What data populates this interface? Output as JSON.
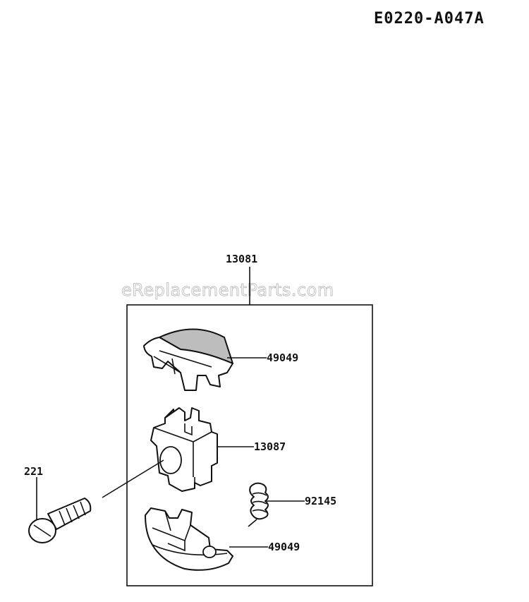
{
  "diagram": {
    "code": "E0220-A047A",
    "watermark": "eReplacementParts.com",
    "callouts": {
      "assembly": "13081",
      "shoe_top": "49049",
      "holder": "13087",
      "spring": "92145",
      "shoe_bottom": "49049",
      "bolt": "221"
    }
  }
}
